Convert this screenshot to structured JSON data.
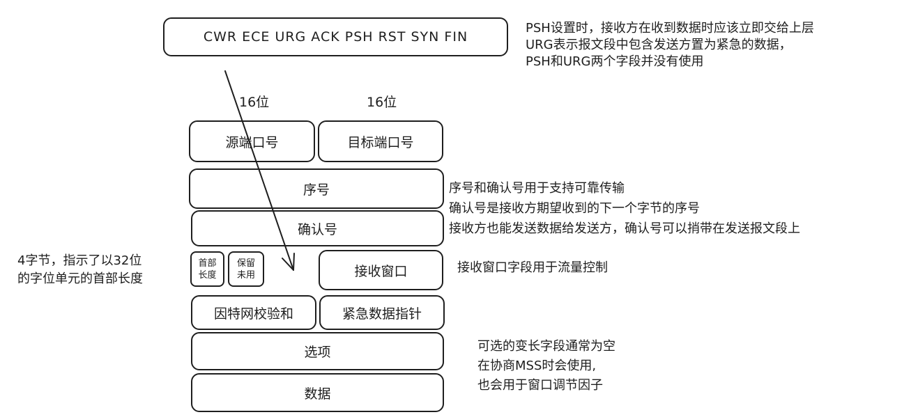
{
  "flags_box": "CWR ECE URG ACK PSH RST SYN FIN",
  "flags_note": [
    "PSH设置时，接收方在收到数据时应该立即交给上层",
    "URG表示报文段中包含发送方置为紧急的数据，",
    "PSH和URG两个字段并没有使用"
  ],
  "width_labels": [
    "16位",
    "16位"
  ],
  "fields": {
    "source_port": "源端口号",
    "dest_port": "目标端口号",
    "sequence": "序号",
    "ack": "确认号",
    "header_length": [
      "首部",
      "长度"
    ],
    "reserved": [
      "保留",
      "未用"
    ],
    "receive_window": "接收窗口",
    "checksum": "因特网校验和",
    "urgent_pointer": "紧急数据指针",
    "options": "选项",
    "data": "数据"
  },
  "seq_note": [
    "序号和确认号用于支持可靠传输",
    "确认号是接收方期望收到的下一个字节的序号",
    "接收方也能发送数据给发送方，确认号可以捎带在发送报文段上"
  ],
  "window_note": "接收窗口字段用于流量控制",
  "header_len_note": [
    "4字节，指示了以32位",
    "的字位单元的首部长度"
  ],
  "options_note": [
    "可选的变长字段通常为空",
    "在协商MSS时会使用,",
    "也会用于窗口调节因子"
  ]
}
